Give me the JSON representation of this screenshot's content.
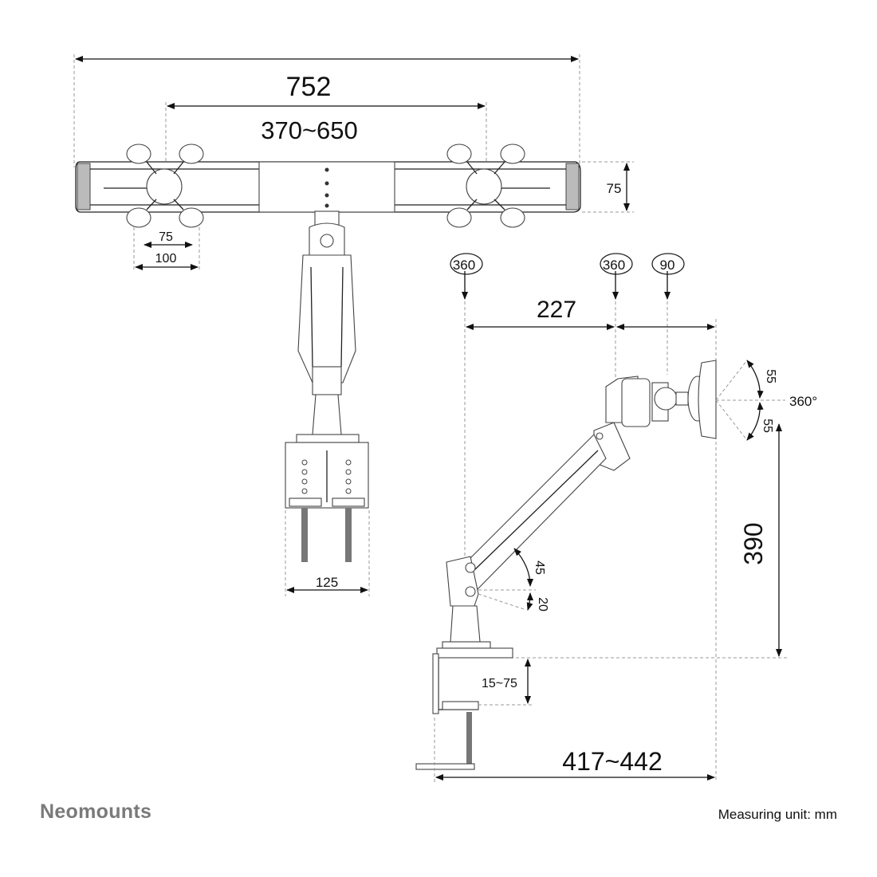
{
  "front_view": {
    "overall_width": "752",
    "monitor_spacing": "370~650",
    "bar_height": "75",
    "vesa_small": "75",
    "vesa_large": "100",
    "clamp_width": "125"
  },
  "side_view": {
    "rotation_base": "360",
    "rotation_mid": "360",
    "rotation_head": "90",
    "arm_segment": "227",
    "tilt_up": "55",
    "tilt_down": "55",
    "rotation_screen": "360°",
    "height": "390",
    "arm_up_angle": "45",
    "arm_down_angle": "20",
    "desk_thickness": "15~75",
    "depth": "417~442"
  },
  "footer": {
    "brand": "Neomounts",
    "unit_note": "Measuring unit: mm"
  }
}
